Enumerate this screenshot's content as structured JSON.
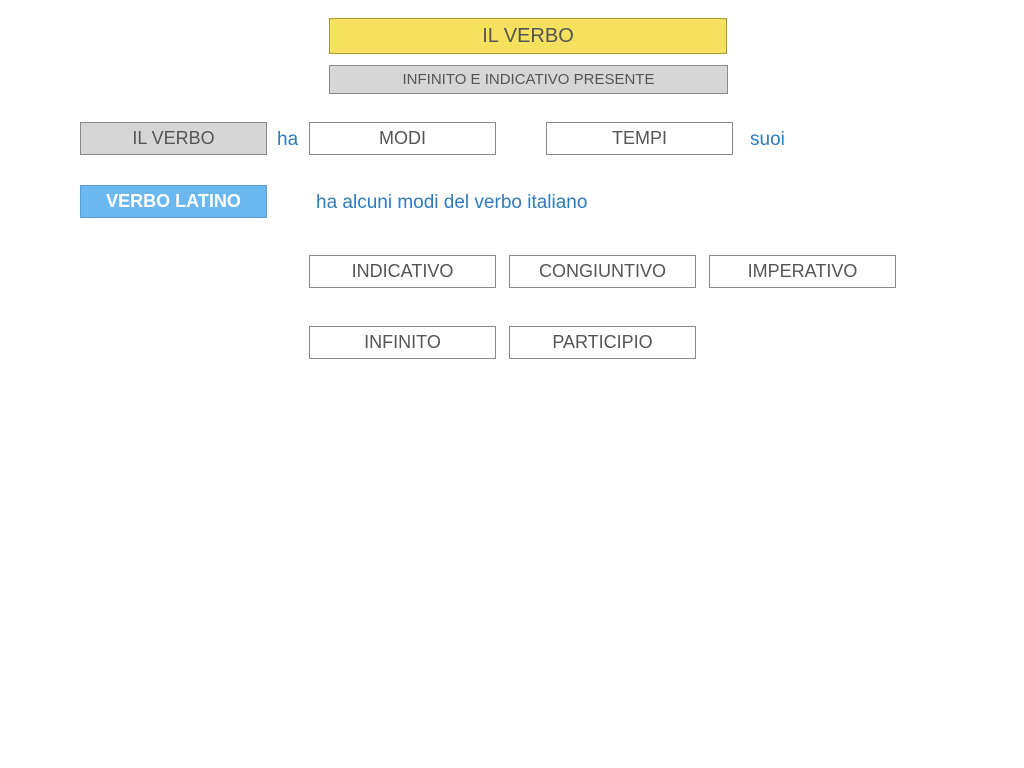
{
  "title": "IL VERBO",
  "subtitle": "INFINITO E INDICATIVO PRESENTE",
  "row1": {
    "subject": "IL VERBO",
    "connector_has": "ha",
    "modes": "MODI",
    "tenses": "TEMPI",
    "connector_its": "suoi"
  },
  "row2": {
    "subject": "VERBO LATINO",
    "description": "ha alcuni modi del verbo italiano"
  },
  "moods": {
    "indicativo": "INDICATIVO",
    "congiuntivo": "CONGIUNTIVO",
    "imperativo": "IMPERATIVO",
    "infinito": "INFINITO",
    "participio": "PARTICIPIO"
  },
  "colors": {
    "title_fill": "#f6e15f",
    "subtitle_fill": "#d6d6d6",
    "highlight_fill": "#6bb8f0",
    "connector_text": "#2f7bbf",
    "box_text": "#555555"
  }
}
